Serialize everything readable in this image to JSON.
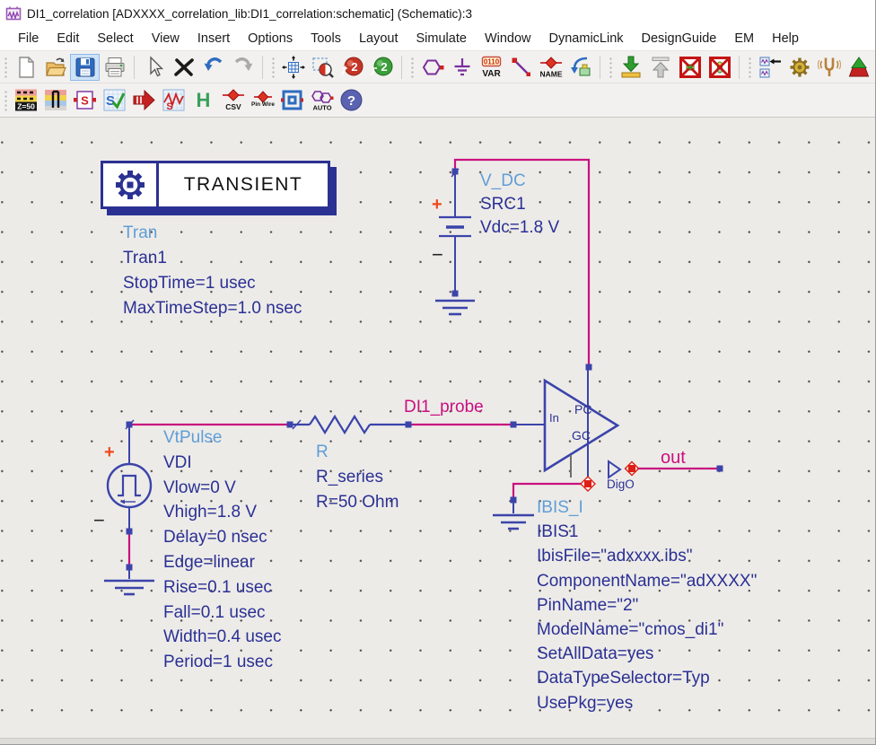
{
  "window": {
    "title": "DI1_correlation [ADXXXX_correlation_lib:DI1_correlation:schematic] (Schematic):3"
  },
  "menu": {
    "items": [
      "File",
      "Edit",
      "Select",
      "View",
      "Insert",
      "Options",
      "Tools",
      "Layout",
      "Simulate",
      "Window",
      "DynamicLink",
      "DesignGuide",
      "EM",
      "Help"
    ]
  },
  "toolbar": {
    "zoom_in_label": "2",
    "zoom_out_label": "2",
    "var_top": "0110",
    "var_label": "VAR",
    "name_label": "NAME",
    "z50_label": "Z=50",
    "s_label": "S",
    "s_check_label": "S",
    "s_sweep_label": "S",
    "h_label": "H",
    "csv_label": "CSV",
    "pin_wire_label": "Pin\nWire",
    "auto_label": "AUTO",
    "help_label": "?"
  },
  "schematic": {
    "transient": {
      "title": "TRANSIENT",
      "type": "Tran",
      "lines": [
        "Tran1",
        "StopTime=1 usec",
        "MaxTimeStep=1.0 nsec"
      ]
    },
    "vdc": {
      "type": "V_DC",
      "lines": [
        "SRC1",
        "Vdc=1.8 V"
      ],
      "plus": "+",
      "minus": "−"
    },
    "vtpulse": {
      "type": "VtPulse",
      "lines": [
        "VDI",
        "Vlow=0 V",
        "Vhigh=1.8 V",
        "Delay=0 nsec",
        "Edge=linear",
        "Rise=0.1 usec",
        "Fall=0.1 usec",
        "Width=0.4 usec",
        "Period=1 usec"
      ],
      "plus": "+",
      "minus": "−"
    },
    "resistor": {
      "type": "R",
      "lines": [
        "R_series",
        "R=50 Ohm"
      ]
    },
    "ibis": {
      "type": "IBIS_I",
      "lines": [
        "IBIS1",
        "IbisFile=\"adxxxx.ibs\"",
        "ComponentName=\"adXXXX\"",
        "PinName=\"2\"",
        "ModelName=\"cmos_di1\"",
        "SetAllData=yes",
        "DataTypeSelector=Typ",
        "UsePkg=yes"
      ]
    },
    "buffer": {
      "pin_in": "In",
      "pin_pc": "PC",
      "pin_gc": "GC"
    },
    "digo_label": "DigO",
    "nets": {
      "di1_probe": "DI1_probe",
      "out": "out"
    }
  },
  "colors": {
    "component_blue": "#3b44aa",
    "navy_text": "#2a3094",
    "type_text": "#5f9ed6",
    "magenta": "#c9117e",
    "canvas_bg": "#edebe8"
  }
}
